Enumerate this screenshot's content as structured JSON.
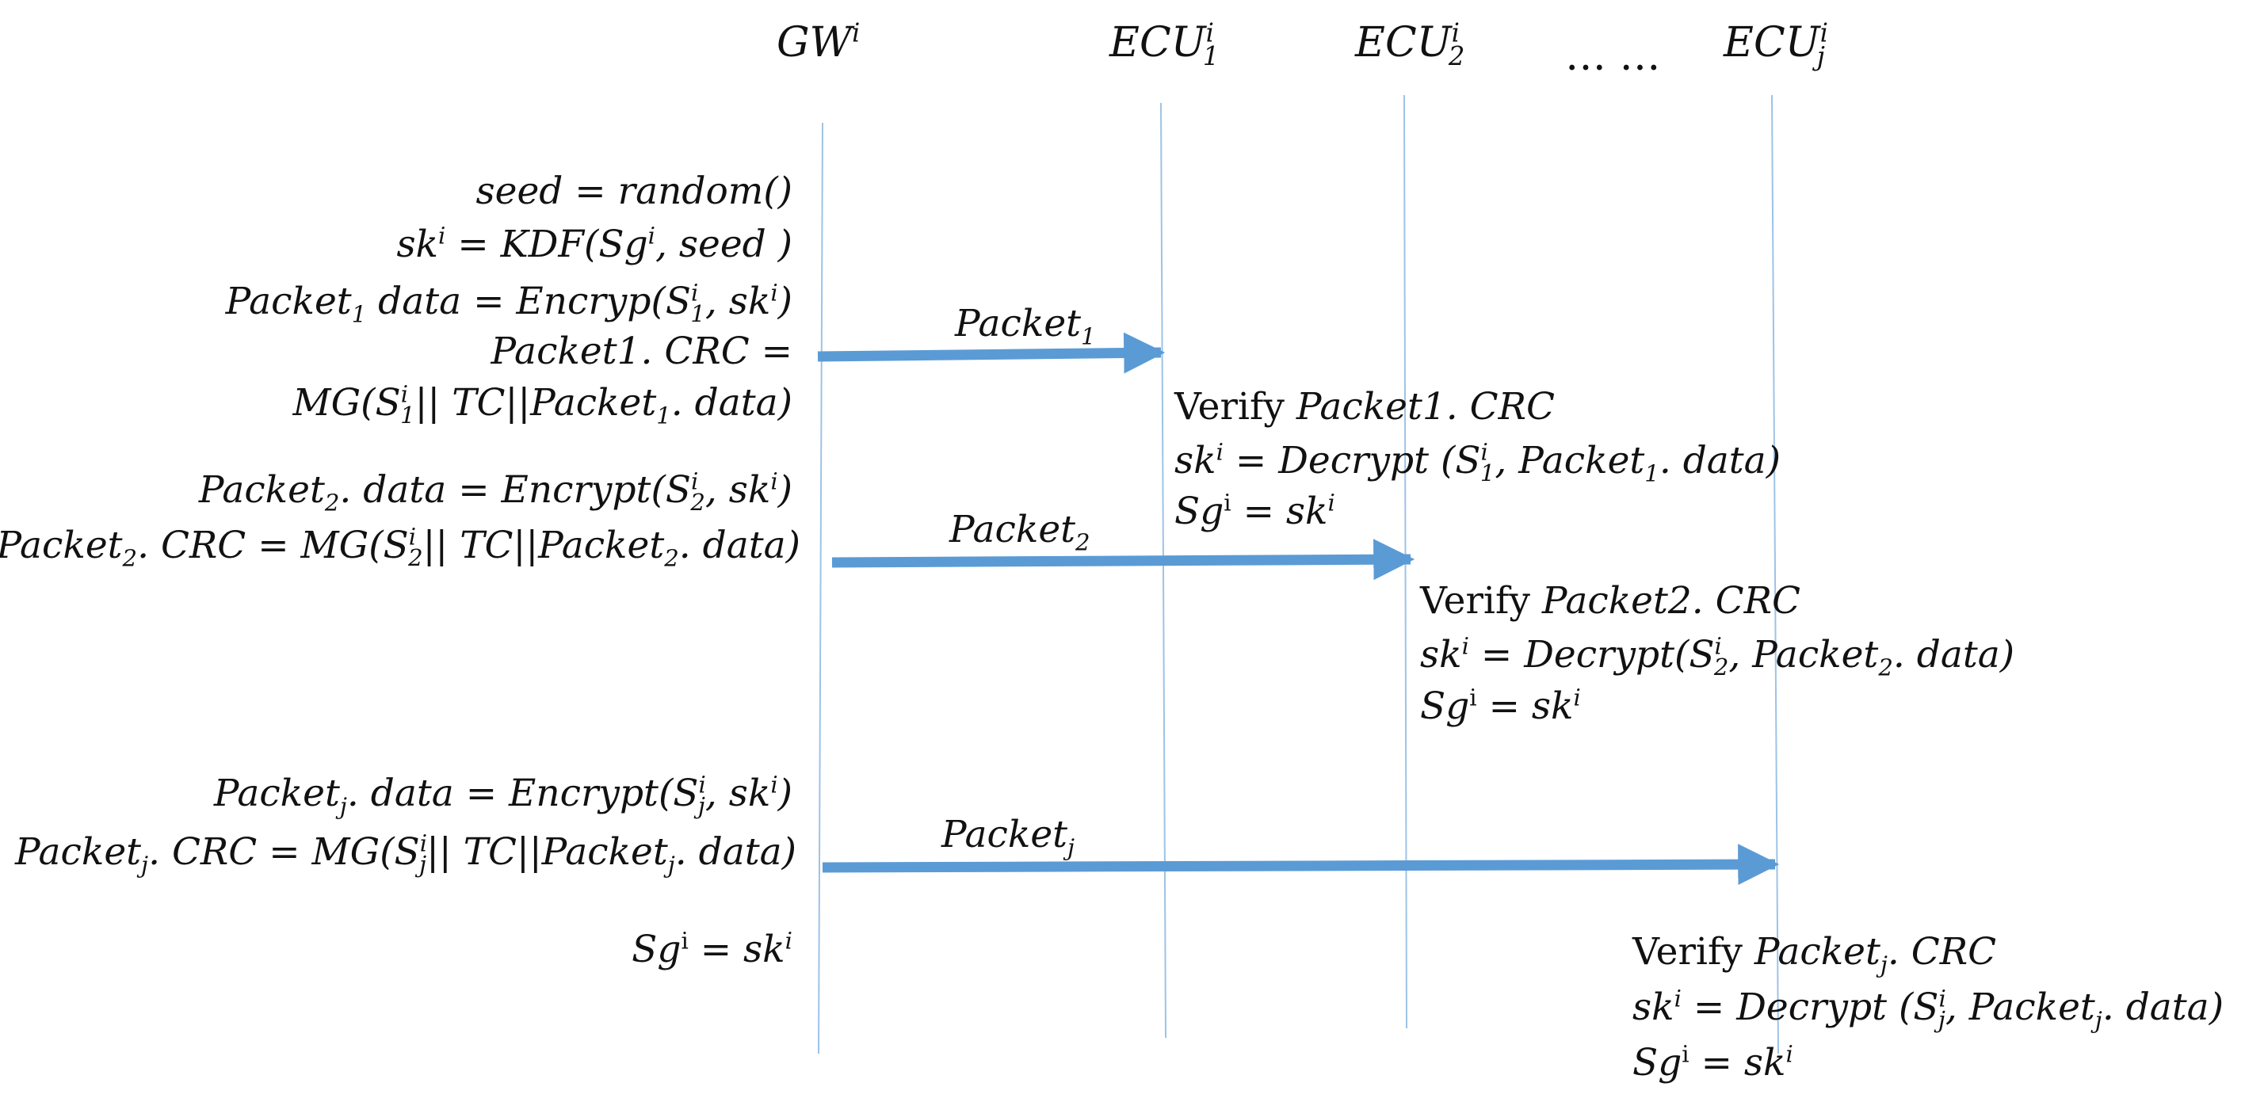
{
  "headers": {
    "gw": {
      "base": "GW",
      "sup": "i"
    },
    "ecu1": {
      "base": "ECU",
      "sup": "i",
      "sub": "1"
    },
    "ecu2": {
      "base": "ECU",
      "sup": "i",
      "sub": "2"
    },
    "ellipsis": "… …",
    "ecuj": {
      "base": "ECU",
      "sup": "i",
      "sub": "j"
    }
  },
  "gateway_ops": {
    "seed": "seed  =  random()",
    "sk_a": "sk",
    "sk_sup": "i",
    "sk_b": "  =  KDF(Sg",
    "sk_c": ", seed )",
    "p1_data_a": "Packet",
    "p1_data_sub": "1",
    "p1_data_b": " data = Encryp(S",
    "p1_data_c": ", sk",
    "p1_data_d": ")",
    "p1_crc_line1": "Packet1. CRC  =",
    "p1_crc_line2_a": "MG(S",
    "p1_crc_line2_b": "|| TC||Packet",
    "p1_crc_line2_c": ". data)",
    "p2_data_a": "Packet",
    "p2_data_b": ". data = Encrypt(S",
    "p2_data_c": ", sk",
    "p2_data_d": ")",
    "p2_crc_a": "Packet",
    "p2_crc_b": ". CRC = MG(S",
    "p2_crc_c": "|| TC||Packet",
    "p2_crc_d": ". data)",
    "pj_data_a": "Packet",
    "pj_data_b": ". data = Encrypt(S",
    "pj_data_c": ", sk",
    "pj_data_d": ")",
    "pj_crc_a": "Packet",
    "pj_crc_b": ". CRC = MG(S",
    "pj_crc_c": "|| TC||Packet",
    "pj_crc_d": ". data)",
    "final_a": "Sg",
    "final_b": " = sk"
  },
  "messages": {
    "m1": {
      "base": "Packet",
      "sub": "1"
    },
    "m2": {
      "base": "Packet",
      "sub": "2"
    },
    "mj": {
      "base": "Packet",
      "sub": "j"
    }
  },
  "ecu1_ops": {
    "verify_word": "Verify ",
    "verify_expr": "Packet1. CRC",
    "sk_a": "sk",
    "sk_b": "  = Decrypt (S",
    "sk_c": ", Packet",
    "sk_d": ". data)",
    "sg_a": "Sg",
    "sg_b": " = sk"
  },
  "ecu2_ops": {
    "verify_word": "Verify ",
    "verify_expr": "Packet2. CRC",
    "sk_a": "sk",
    "sk_b": "  = Decrypt(S",
    "sk_c": ", Packet",
    "sk_d": ". data)",
    "sg_a": "Sg",
    "sg_b": " = sk"
  },
  "ecuj_ops": {
    "verify_word": "Verify ",
    "verify_a": "Packet",
    "verify_b": ". CRC",
    "sk_a": "sk",
    "sk_b": "  = Decrypt (S",
    "sk_c": ", Packet",
    "sk_d": ". data)",
    "sg_a": "Sg",
    "sg_b": " = sk"
  },
  "colors": {
    "lifeline": "#9dc3e6",
    "arrow": "#5b9bd5",
    "text": "#111111"
  }
}
